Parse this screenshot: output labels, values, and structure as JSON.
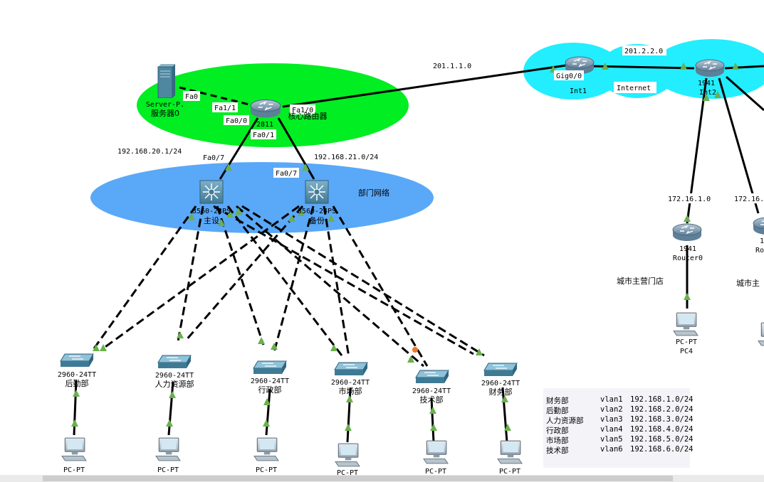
{
  "zones": {
    "server_zone_label": "",
    "dept_zone_label": "部门网络",
    "internet_label": "Internet"
  },
  "networks": {
    "wan_link": "201.1.1.0",
    "isp_link": "201.2.2.0",
    "left_uplink": "192.168.20.1/24",
    "right_uplink": "192.168.21.0/24",
    "branch_a": "172.16.1.0",
    "branch_b": "172.16."
  },
  "devices": {
    "server": {
      "model": "Server-P.",
      "name": "服务器0"
    },
    "core_router": {
      "model": "2811",
      "name": "核心路由器"
    },
    "core_switch_main": {
      "model": "3560-24PS",
      "name": "主设"
    },
    "core_switch_backup": {
      "model": "3560-24PS",
      "name": "备份"
    },
    "isp_router_1": {
      "model": "",
      "name": "Int1"
    },
    "isp_router_2": {
      "model": "1941",
      "name": "Int2"
    },
    "branch_router_0": {
      "model": "1941",
      "name": "Router0"
    },
    "branch_router_1": {
      "model": "1",
      "name": "Rou"
    },
    "branch_pc": {
      "model": "PC-PT",
      "name": "PC4"
    },
    "access_switches": [
      {
        "model": "2960-24TT",
        "name": "后勤部"
      },
      {
        "model": "2960-24TT",
        "name": "人力资源部"
      },
      {
        "model": "2960-24TT",
        "name": "行政部"
      },
      {
        "model": "2960-24TT",
        "name": "市场部"
      },
      {
        "model": "2960-24TT",
        "name": "技术部"
      },
      {
        "model": "2960-24TT",
        "name": "财务部"
      }
    ],
    "dept_pcs": [
      {
        "model": "PC-PT"
      },
      {
        "model": "PC-PT"
      },
      {
        "model": "PC-PT"
      },
      {
        "model": "PC-PT"
      },
      {
        "model": "PC-PT"
      },
      {
        "model": "PC-PT"
      }
    ]
  },
  "ports": {
    "server_fa0": "Fa0",
    "router_fa11": "Fa1/1",
    "router_fa00": "Fa0/0",
    "router_fa01": "Fa0/1",
    "router_fa10": "Fa1/0",
    "sw_main_fa07": "Fa0/7",
    "sw_backup_fa07": "Fa0/7",
    "isp_gig00": "Gig0/0"
  },
  "stores": {
    "store_a": "城市主营门店",
    "store_b": "城市主"
  },
  "legend": {
    "rows": [
      {
        "dept": "财务部",
        "vlan": "vlan1",
        "net": "192.168.1.0/24"
      },
      {
        "dept": "后勤部",
        "vlan": "vlan2",
        "net": "192.168.2.0/24"
      },
      {
        "dept": "人力资源部",
        "vlan": "vlan3",
        "net": "192.168.3.0/24"
      },
      {
        "dept": "行政部",
        "vlan": "vlan4",
        "net": "192.168.4.0/24"
      },
      {
        "dept": "市场部",
        "vlan": "vlan5",
        "net": "192.168.5.0/24"
      },
      {
        "dept": "技术部",
        "vlan": "vlan6",
        "net": "192.168.6.0/24"
      }
    ]
  },
  "colors": {
    "server_zone": "#00ee22",
    "dept_zone": "#5aa8f8",
    "internet_zone": "#22eeff",
    "link_up": "#6ab04c",
    "link_warn": "#f07820"
  }
}
